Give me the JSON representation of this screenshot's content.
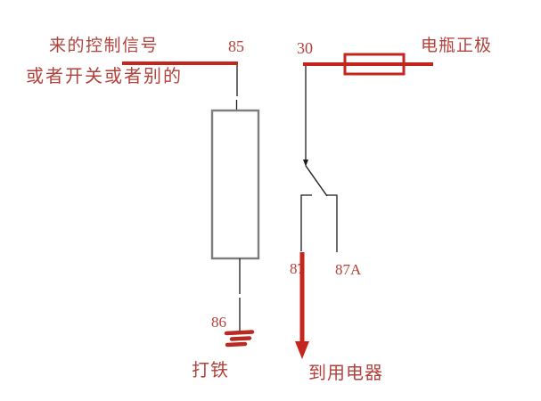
{
  "diagram": {
    "labels": {
      "control_signal_line1": "来的控制信号",
      "control_signal_line2": "或者开关或者别的",
      "pin_85": "85",
      "pin_30": "30",
      "battery_positive": "电瓶正极",
      "pin_87": "87",
      "pin_87a": "87A",
      "pin_86": "86",
      "ground": "打铁",
      "to_load": "到用电器"
    },
    "colors": {
      "wire_red": "#c5251d",
      "text_red": "#b2423c",
      "wire_black": "#1c1c1c",
      "coil_gray": "#7d7d7d",
      "background": "#ffffff"
    }
  }
}
